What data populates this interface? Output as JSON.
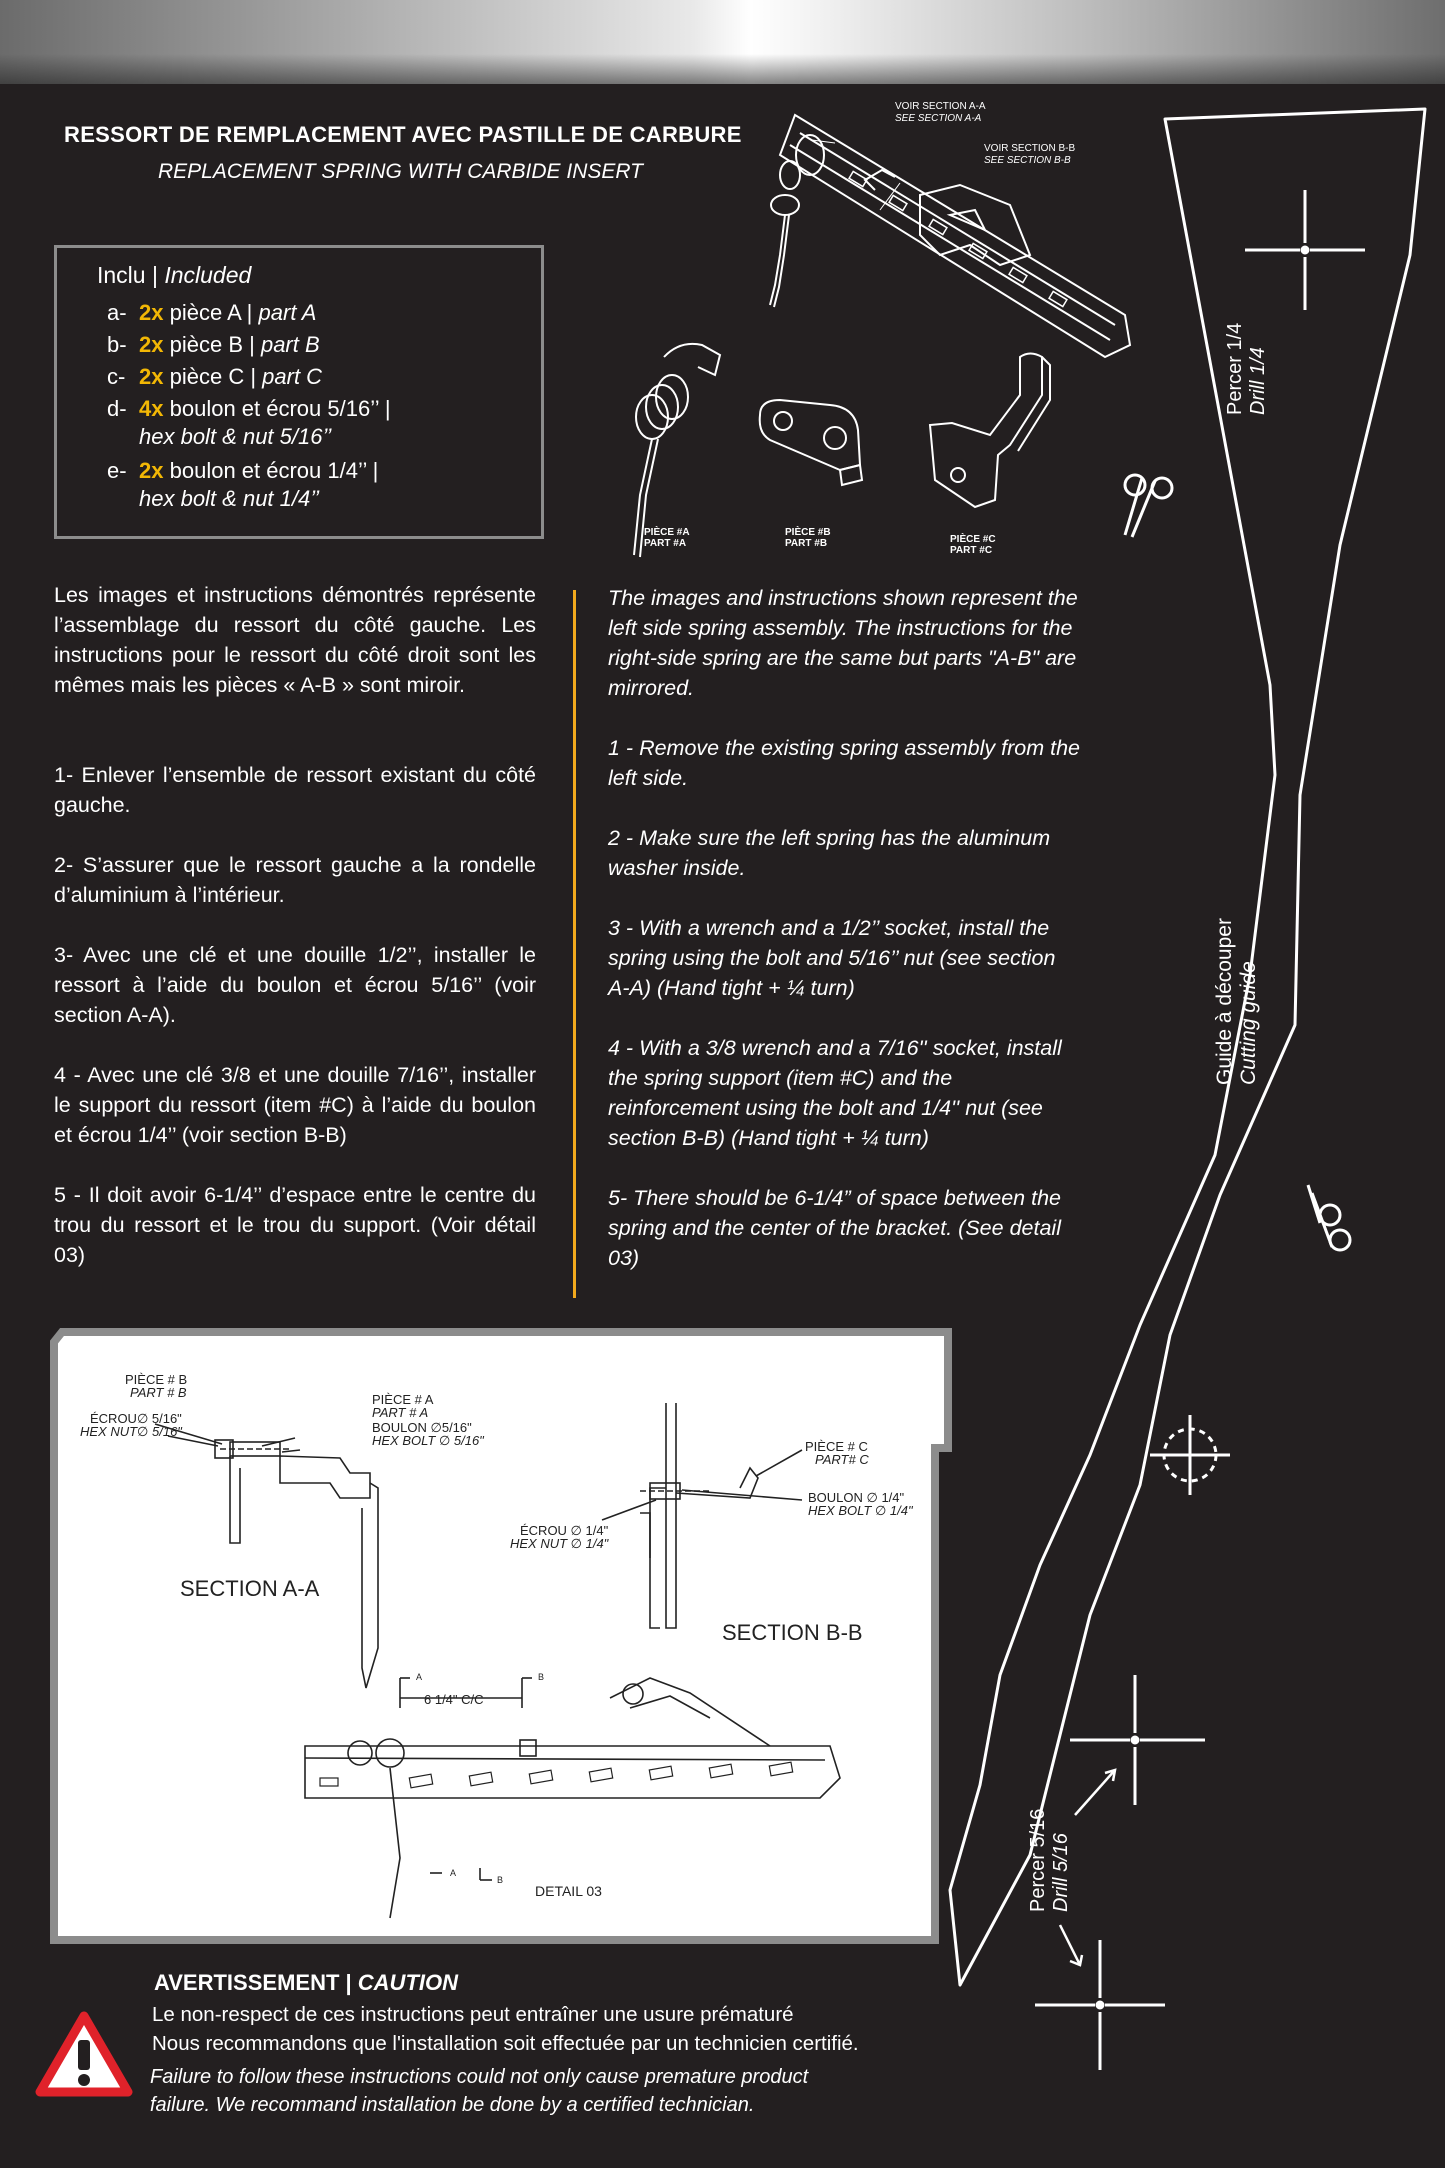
{
  "header": {
    "title_fr": "RESSORT DE REMPLACEMENT AVEC PASTILLE DE CARBURE",
    "title_en": "REPLACEMENT SPRING WITH CARBIDE INSERT"
  },
  "included": {
    "heading_fr": "Inclu |",
    "heading_en": "Included",
    "items": [
      {
        "letter": "a-",
        "qty": "2x",
        "fr": "pièce A |",
        "en": "part A",
        "en2": ""
      },
      {
        "letter": "b-",
        "qty": "2x",
        "fr": "pièce B |",
        "en": "part B",
        "en2": ""
      },
      {
        "letter": "c-",
        "qty": "2x",
        "fr": "pièce C |",
        "en": "part C",
        "en2": ""
      },
      {
        "letter": "d-",
        "qty": "4x",
        "fr": "boulon et écrou 5/16’’ |",
        "en": "",
        "en2": "hex bolt & nut 5/16’’"
      },
      {
        "letter": "e-",
        "qty": "2x",
        "fr": "boulon et écrou 1/4’’ |",
        "en": "",
        "en2": "hex bolt & nut 1/4’’"
      }
    ]
  },
  "parts_diagram": {
    "view_a_fr": "VOIR SECTION A-A",
    "view_a_en": "SEE SECTION A-A",
    "view_b_fr": "VOIR SECTION B-B",
    "view_b_en": "SEE SECTION B-B",
    "part_a_fr": "PIÈCE #A",
    "part_a_en": "PART #A",
    "part_b_fr": "PIÈCE #B",
    "part_b_en": "PART #B",
    "part_c_fr": "PIÈCE #C",
    "part_c_en": "PART #C"
  },
  "instructions_fr": [
    "Les images et instructions démontrés représente l’assemblage du ressort du côté gauche. Les instructions pour le ressort du côté droit sont les mêmes mais les pièces « A-B » sont miroir.",
    "1- Enlever l’ensemble de ressort existant du côté gauche.",
    "2- S’assurer que le ressort gauche a la rondelle d’aluminium à l’intérieur.",
    "3- Avec une clé et une douille 1/2’’, installer le ressort à l’aide du boulon et écrou 5/16’’ (voir section A-A).",
    "4 - Avec une clé 3/8 et une douille 7/16’’, installer le support du ressort (item #C) à l’aide du boulon et écrou 1/4’’ (voir section B-B)",
    "5 - Il doit avoir 6-1/4’’ d’espace entre le centre du trou du ressort et le trou du support. (Voir détail 03)"
  ],
  "instructions_en": [
    "The images and instructions shown represent the left side spring assembly. The instructions for the right-side spring are the same but parts \"A-B\" are mirrored.",
    "1 - Remove the existing spring assembly from the left side.",
    "2 - Make sure the left spring has the aluminum washer inside.",
    "3 - With a wrench and a 1/2’’ socket, install the spring using the bolt and 5/16’’ nut (see section A-A) (Hand tight + ¼ turn)",
    "4 - With a 3/8 wrench and a 7/16'' socket, install the spring support (item #C) and the reinforcement using the bolt and 1/4'' nut (see section B-B) (Hand tight + ¼ turn)",
    "5- There should be 6-1/4” of space between the spring and the center of the bracket. (See detail 03)"
  ],
  "detail_drawing": {
    "a_piece_b_fr": "PIÈCE # B",
    "a_piece_b_en": "PART # B",
    "a_nut_fr": "ÉCROU∅ 5/16\"",
    "a_nut_en": "HEX NUT∅ 5/16\"",
    "a_piece_a_fr": "PIÈCE # A",
    "a_piece_a_en": "PART # A",
    "a_bolt_fr": "BOULON ∅5/16\"",
    "a_bolt_en": "HEX BOLT ∅ 5/16\"",
    "section_a": "SECTION A-A",
    "b_piece_c_fr": "PIÈCE # C",
    "b_piece_c_en": "PART# C",
    "b_bolt_fr": "BOULON ∅ 1/4\"",
    "b_bolt_en": "HEX BOLT ∅ 1/4\"",
    "b_nut_fr": "ÉCROU ∅ 1/4\"",
    "b_nut_en": "HEX NUT ∅ 1/4\"",
    "section_b": "SECTION B-B",
    "dimension": "6 1/4\" C/C",
    "marker_a": "A",
    "marker_b": "B",
    "detail_label": "DETAIL 03"
  },
  "cutting_guide": {
    "drill_top_fr": "Percer 1/4",
    "drill_top_en": "Drill 1/4",
    "guide_fr": "Guide à découper",
    "guide_en": "Cutting guide",
    "drill_bottom_fr": "Percer 5/16",
    "drill_bottom_en": "Drill 5/16"
  },
  "caution": {
    "title_fr": "AVERTISSEMENT |",
    "title_en": "CAUTION",
    "line1": "Le non-respect de ces instructions peut entraîner une usure prématuré",
    "line2": "Nous recommandons que l'installation soit effectuée par un technicien certifié.",
    "line3": "Failure to follow these instructions could not only cause premature product",
    "line4": "failure. We recommand installation be done by a certified technician."
  },
  "colors": {
    "background": "#231f20",
    "accent_yellow": "#f2b705",
    "divider_orange": "#f2a91d",
    "warning_red": "#e0222a"
  }
}
